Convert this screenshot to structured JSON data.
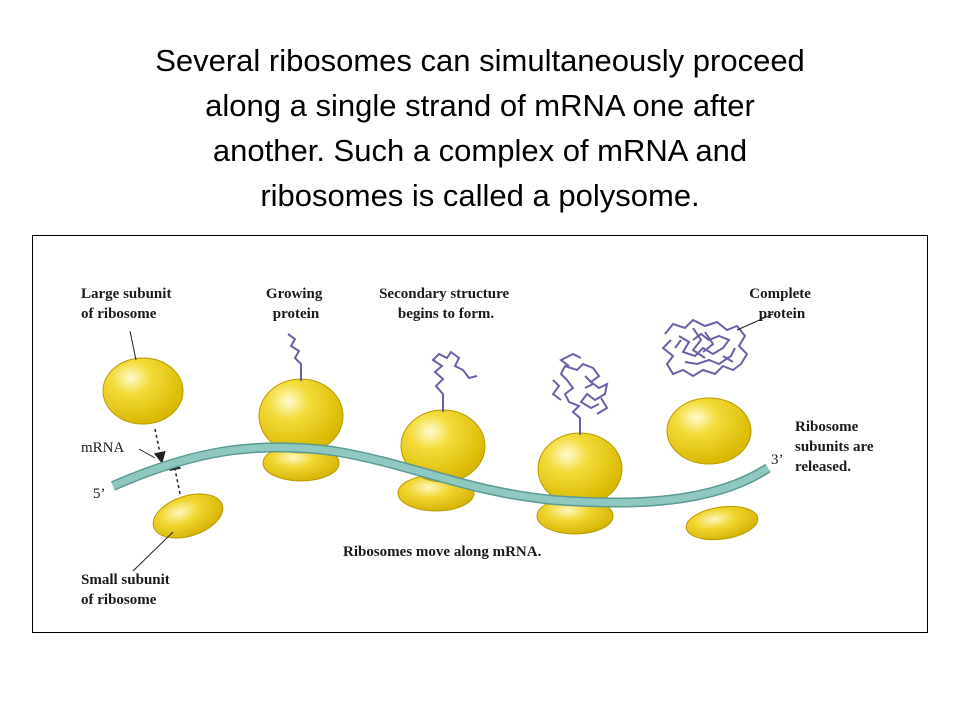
{
  "heading": {
    "lines": [
      "Several ribosomes can simultaneously proceed",
      "along a single strand of mRNA one after",
      "another. Such a complex of mRNA and",
      "ribosomes is called a polysome."
    ]
  },
  "diagram": {
    "labels": {
      "large_subunit": [
        "Large subunit",
        "of ribosome"
      ],
      "growing_protein": [
        "Growing",
        "protein"
      ],
      "secondary_structure": [
        "Secondary structure",
        "begins to form."
      ],
      "complete_protein": [
        "Complete",
        "protein"
      ],
      "ribosome_released": [
        "Ribosome",
        "subunits are",
        "released."
      ],
      "mrna": "mRNA",
      "five_prime": "5’",
      "three_prime": "3’",
      "movement": "Ribosomes move along mRNA.",
      "small_subunit": [
        "Small subunit",
        "of ribosome"
      ]
    },
    "colors": {
      "ribosome": "#e8c800",
      "ribosome_highlight": "#fffbd0",
      "mrna": "#8fc8c0",
      "mrna_edge": "#5a9a92",
      "protein": "#6a5fa8"
    }
  }
}
